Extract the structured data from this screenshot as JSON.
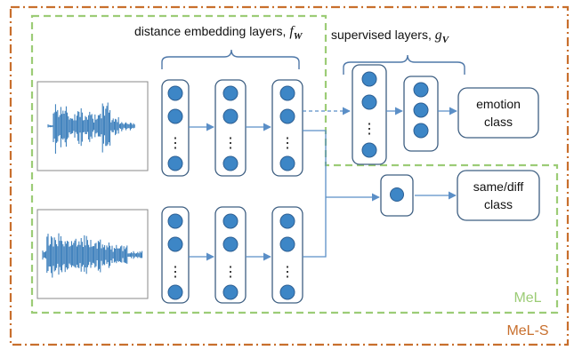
{
  "labels": {
    "distance_embedding_prefix": "distance embedding layers, ",
    "distance_embedding_symbol": "f",
    "distance_embedding_subscript": "W",
    "supervised_prefix": "supervised layers, ",
    "supervised_symbol": "g",
    "supervised_subscript": "V",
    "emotion_line1": "emotion",
    "emotion_line2": "class",
    "samediff_line1": "same/diff",
    "samediff_line2": "class",
    "mel": "MeL",
    "mel_s": "MeL-S",
    "ellipsis": "⋮"
  },
  "colors": {
    "node_fill": "#3d86c6",
    "node_stroke": "#2d5f93",
    "layer_stroke": "#3e5f82",
    "arrow": "#5b8fc7",
    "brace": "#4f78a8",
    "waveform": "#2f76b7",
    "mel_border": "#9ccc76",
    "mel_text": "#9ccc76",
    "mel_s_border": "#c86f2d",
    "mel_s_text": "#c86f2d",
    "class_box_stroke": "#3e5f82"
  }
}
